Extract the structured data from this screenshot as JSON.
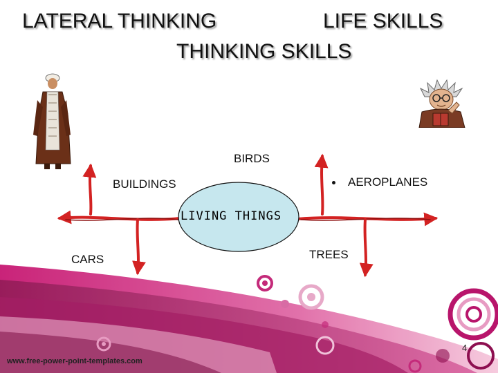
{
  "slide": {
    "title_line1_left": "LATERAL THINKING",
    "title_line1_right": "LIFE SKILLS",
    "title_line2": "THINKING SKILLS",
    "footer_url": "www.free-power-point-templates.com",
    "page_number": "4"
  },
  "diagram": {
    "center_label": "LIVING THINGS",
    "labels": {
      "birds": "BIRDS",
      "buildings": "BUILDINGS",
      "aeroplanes": "AEROPLANES",
      "cars": "CARS",
      "trees": "TREES"
    },
    "colors": {
      "arrow": "#d32222",
      "ellipse_fill": "#c6e7ee",
      "ellipse_stroke": "#111111",
      "swoosh": "#b0186a"
    }
  },
  "clipart": [
    "man-in-robe-figure",
    "confused-professor-figure"
  ]
}
